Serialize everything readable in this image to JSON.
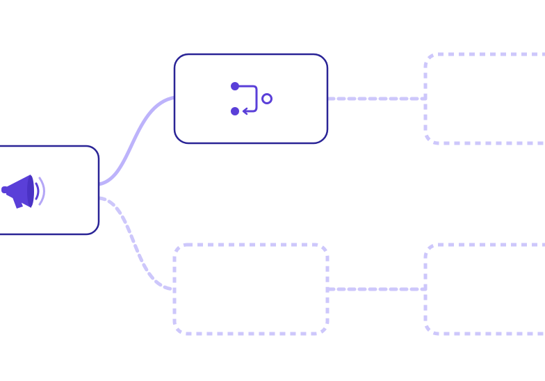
{
  "diagram": {
    "colors": {
      "node_stroke": "#2a2496",
      "placeholder_stroke": "#cdc7fb",
      "active_connector": "#bdb3fb",
      "icon_primary": "#5a3fd8",
      "icon_light": "#b4a6f6",
      "background": "#ffffff"
    },
    "nodes": [
      {
        "id": "trigger",
        "state": "filled",
        "icon": "megaphone-icon"
      },
      {
        "id": "branch",
        "state": "filled",
        "icon": "git-branch-icon"
      },
      {
        "id": "slot-top-right",
        "state": "empty-placeholder"
      },
      {
        "id": "slot-bottom-middle",
        "state": "empty-placeholder"
      },
      {
        "id": "slot-bottom-right",
        "state": "empty-placeholder"
      }
    ],
    "connectors": [
      {
        "from": "trigger",
        "to": "branch",
        "style": "solid"
      },
      {
        "from": "trigger",
        "to": "slot-bottom-middle",
        "style": "dashed"
      },
      {
        "from": "branch",
        "to": "slot-top-right",
        "style": "dashed"
      },
      {
        "from": "slot-bottom-middle",
        "to": "slot-bottom-right",
        "style": "dashed"
      }
    ]
  }
}
